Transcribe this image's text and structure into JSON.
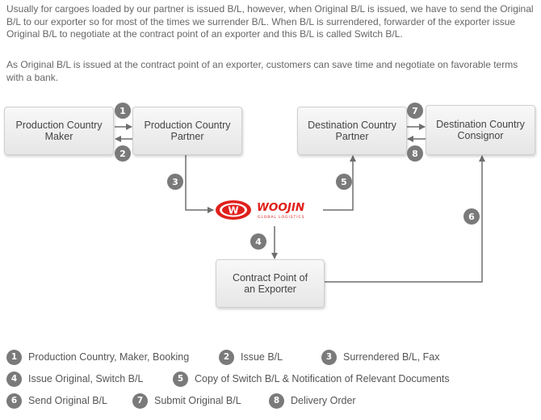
{
  "intro": {
    "paragraph1": "Usually for cargoes loaded by our partner is issued B/L, however, when Original B/L is issued, we have to send the Original B/L to our exporter so for most of the times we surrender B/L. When B/L is surrendered, forwarder of the exporter issue Original B/L to negotiate at the contract point of an exporter and this B/L is called Switch B/L.",
    "paragraph2": "As Original B/L is issued at the contract point of an exporter, customers can save time and negotiate on favorable terms with a bank."
  },
  "diagram": {
    "boxes": {
      "production_maker": "Production Country\nMaker",
      "production_partner": "Production Country\nPartner",
      "destination_partner": "Destination Country\nPartner",
      "destination_consignor": "Destination Country\nConsignor",
      "contract_point": "Contract Point of\nan Exporter"
    },
    "steps": [
      "1",
      "2",
      "3",
      "4",
      "5",
      "6",
      "7",
      "8"
    ],
    "logo": {
      "name": "WOOJIN",
      "tagline": "GLOBAL LOGISTICS",
      "color": "#e0201b"
    },
    "line_color": "#6e6e6e"
  },
  "legend": [
    {
      "num": "1",
      "label": "Production Country, Maker, Booking"
    },
    {
      "num": "2",
      "label": "Issue B/L"
    },
    {
      "num": "3",
      "label": "Surrendered B/L, Fax"
    },
    {
      "num": "4",
      "label": "Issue Original, Switch B/L"
    },
    {
      "num": "5",
      "label": "Copy of Switch B/L & Notification of Relevant Documents"
    },
    {
      "num": "6",
      "label": "Send Original B/L"
    },
    {
      "num": "7",
      "label": "Submit Original B/L"
    },
    {
      "num": "8",
      "label": "Delivery Order"
    }
  ]
}
